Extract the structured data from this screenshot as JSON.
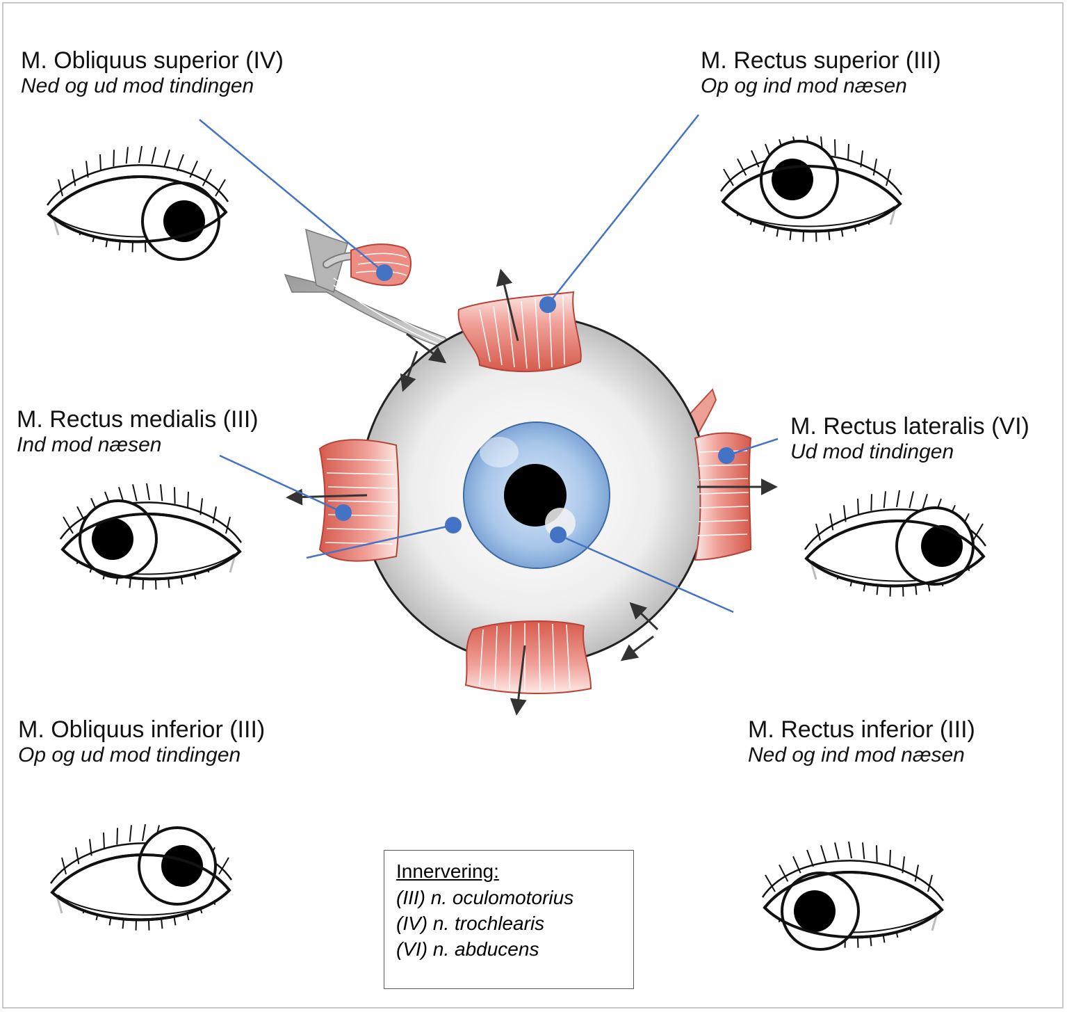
{
  "muscles": {
    "obliquus_superior": {
      "name": "M. Obliquus superior (IV)",
      "action": "Ned og ud mod tindingen"
    },
    "rectus_superior": {
      "name": "M. Rectus superior (III)",
      "action": "Op og ind mod næsen"
    },
    "rectus_medialis": {
      "name": "M. Rectus medialis (III)",
      "action": "Ind mod næsen"
    },
    "rectus_lateralis": {
      "name": "M. Rectus lateralis (VI)",
      "action": "Ud mod tindingen"
    },
    "obliquus_inferior": {
      "name": "M. Obliquus inferior (III)",
      "action": "Op og ud mod tindingen"
    },
    "rectus_inferior": {
      "name": "M. Rectus inferior (III)",
      "action": "Ned og ind mod næsen"
    }
  },
  "legend": {
    "title": "Innervering:",
    "entries": [
      "(III) n. oculomotorius",
      "(IV) n. trochlearis",
      "(VI) n. abducens"
    ]
  },
  "colors": {
    "leader_line": "#4472c4",
    "marker_dot": "#4472c4",
    "muscle": "#e26a5c",
    "tendon": "#a8a8a8",
    "iris": "#a9c7ea",
    "sclera_edge": "#222222"
  }
}
